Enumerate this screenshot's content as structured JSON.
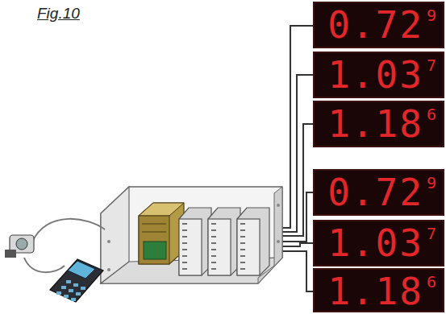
{
  "diagram": {
    "title": "Fig.10",
    "nodes": [
      {
        "text": [
          "0.72",
          "9"
        ]
      },
      {
        "text": [
          "1.03",
          "7"
        ]
      },
      {
        "text": [
          "1.18",
          "6"
        ]
      },
      {
        "text": [
          "0.72",
          "9"
        ]
      },
      {
        "text": [
          "1.03",
          "7"
        ]
      },
      {
        "text": [
          "1.18",
          "6"
        ]
      }
    ]
  }
}
